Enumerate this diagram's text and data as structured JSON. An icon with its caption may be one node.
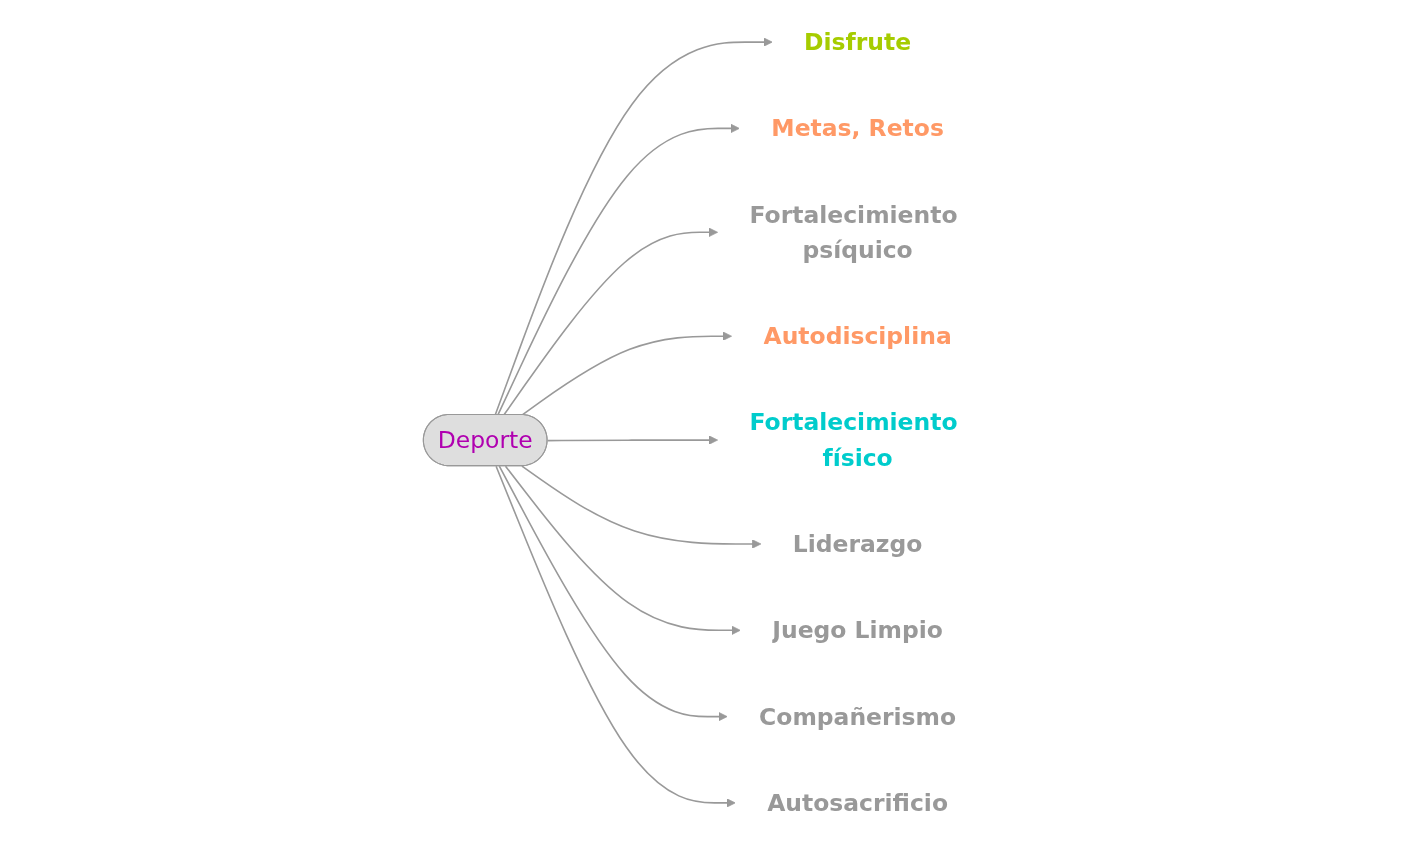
{
  "diagram": {
    "nodes": [
      {
        "text": [
          "Disfrute"
        ]
      },
      {
        "text": [
          "Metas, Retos"
        ]
      },
      {
        "text": [
          "Fortalecimiento psíquico"
        ]
      },
      {
        "text": [
          "Autodisciplina"
        ]
      },
      {
        "text": [
          "Deporte"
        ]
      },
      {
        "text": [
          "Fortalecimiento físico"
        ]
      },
      {
        "text": [
          "Liderazgo"
        ]
      },
      {
        "text": [
          "Juego Limpio"
        ]
      },
      {
        "text": [
          "Compañerismo"
        ]
      },
      {
        "text": [
          "Autosacrificio"
        ]
      }
    ],
    "edges": [
      {
        "from": 4,
        "to": 0,
        "arrow": "to"
      },
      {
        "from": 4,
        "to": 1,
        "arrow": "to"
      },
      {
        "from": 4,
        "to": 2,
        "arrow": "to"
      },
      {
        "from": 4,
        "to": 3,
        "arrow": "to"
      },
      {
        "from": 4,
        "to": 5,
        "arrow": "to"
      },
      {
        "from": 4,
        "to": 6,
        "arrow": "to"
      },
      {
        "from": 4,
        "to": 7,
        "arrow": "to"
      },
      {
        "from": 4,
        "to": 8,
        "arrow": "to"
      },
      {
        "from": 4,
        "to": 9,
        "arrow": "to"
      }
    ]
  }
}
